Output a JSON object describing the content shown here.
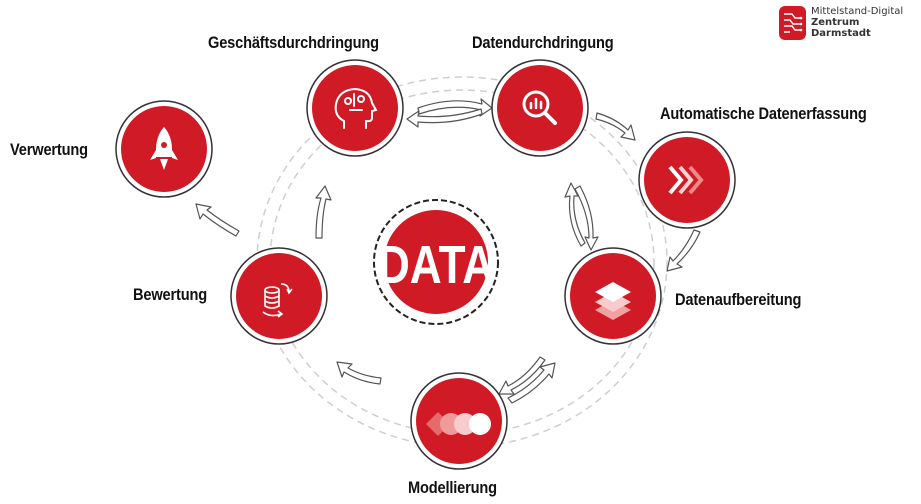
{
  "logo": {
    "line1": "Mittelstand-Digital",
    "line2": "Zentrum",
    "line3": "Darmstadt",
    "icon": "circuit-logo-icon"
  },
  "center": {
    "label": "DATA"
  },
  "nodes": [
    {
      "id": "verwertung",
      "label": "Verwertung",
      "icon": "rocket-icon"
    },
    {
      "id": "geschaeft",
      "label": "Geschäftsdurchdringung",
      "icon": "head-ideas-icon"
    },
    {
      "id": "daten",
      "label": "Datendurchdringung",
      "icon": "magnifier-chart-icon"
    },
    {
      "id": "automatisch",
      "label": "Automatische Datenerfassung",
      "icon": "chevrons-right-icon"
    },
    {
      "id": "aufbereitung",
      "label": "Datenaufbereitung",
      "icon": "layers-icon"
    },
    {
      "id": "modellierung",
      "label": "Modellierung",
      "icon": "circles-icon"
    },
    {
      "id": "bewertung",
      "label": "Bewertung",
      "icon": "database-cycle-icon"
    }
  ],
  "colors": {
    "node": "#d01b26",
    "node_dark": "#b5121d",
    "ring": "#333333",
    "dash": "#c8c8c8",
    "arrow": "#555555"
  }
}
